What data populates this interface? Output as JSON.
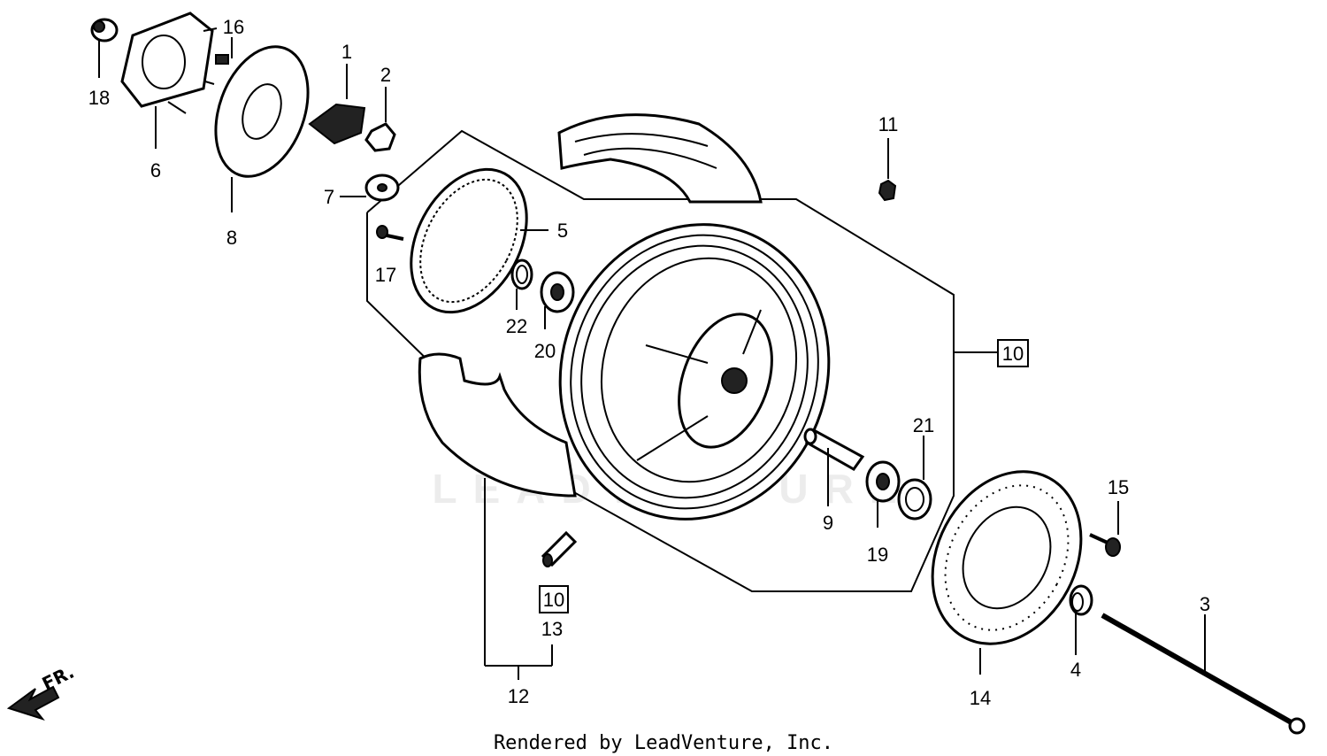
{
  "watermark": "LEADVENTURE",
  "credit": "Rendered by LeadVenture, Inc.",
  "front_marker": "FR.",
  "callouts": {
    "c1": "1",
    "c2": "2",
    "c3": "3",
    "c4": "4",
    "c5": "5",
    "c6": "6",
    "c7": "7",
    "c8": "8",
    "c9": "9",
    "c11": "11",
    "c12": "12",
    "c13": "13",
    "c14": "14",
    "c15": "15",
    "c16": "16",
    "c17": "17",
    "c18": "18",
    "c19": "19",
    "c20": "20",
    "c21": "21",
    "c22": "22"
  },
  "boxed_callouts": {
    "b10_upper": "10",
    "b10_lower": "10"
  }
}
